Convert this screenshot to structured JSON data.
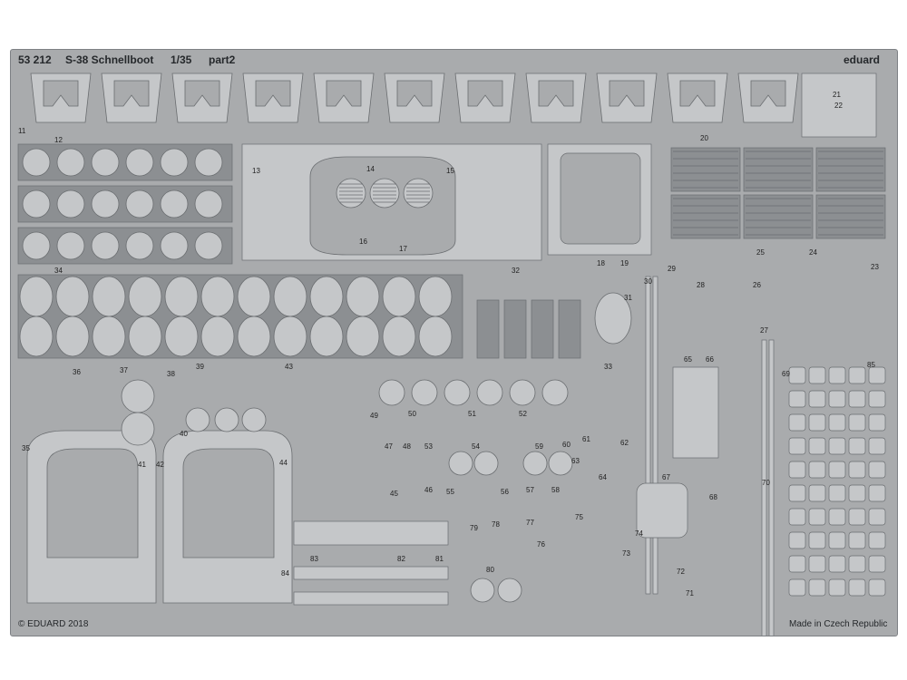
{
  "header": {
    "kit_number": "53 212",
    "kit_name": "S-38 Schnellboot",
    "scale": "1/35",
    "part": "part2",
    "brand": "eduard"
  },
  "footer": {
    "copyright": "© EDUARD 2018",
    "origin": "Made in Czech Republic"
  },
  "part_numbers": [
    "11",
    "12",
    "13",
    "14",
    "15",
    "16",
    "17",
    "18",
    "19",
    "20",
    "21",
    "22",
    "23",
    "24",
    "25",
    "26",
    "27",
    "28",
    "29",
    "30",
    "31",
    "32",
    "33",
    "34",
    "35",
    "36",
    "37",
    "38",
    "39",
    "40",
    "41",
    "42",
    "43",
    "44",
    "45",
    "46",
    "47",
    "48",
    "49",
    "50",
    "51",
    "52",
    "53",
    "54",
    "55",
    "56",
    "57",
    "58",
    "59",
    "60",
    "61",
    "62",
    "63",
    "64",
    "65",
    "66",
    "67",
    "68",
    "69",
    "70",
    "71",
    "72",
    "73",
    "74",
    "75",
    "76",
    "77",
    "78",
    "79",
    "80",
    "81",
    "82",
    "83",
    "84",
    "85"
  ],
  "colors": {
    "fret": "#a9abad",
    "fret_dark": "#8c8f92",
    "part_light": "#c5c7c9",
    "line": "#6a6d70",
    "text": "#25282b"
  }
}
